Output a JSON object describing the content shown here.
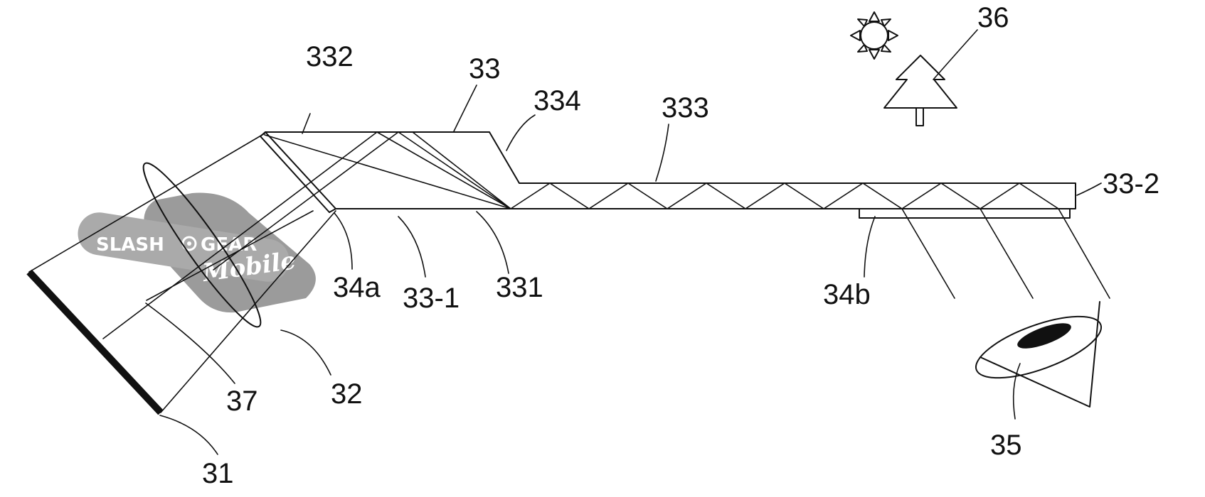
{
  "diagram": {
    "labels": {
      "l332": "332",
      "l33": "33",
      "l334": "334",
      "l333": "333",
      "l36": "36",
      "l33_2": "33-2",
      "l34a": "34a",
      "l33_1": "33-1",
      "l331": "331",
      "l34b": "34b",
      "l37": "37",
      "l32": "32",
      "l31": "31",
      "l35": "35"
    }
  },
  "watermark": {
    "brand_left": "SLASH",
    "brand_right": "GEAR",
    "sub": "Mobile"
  }
}
